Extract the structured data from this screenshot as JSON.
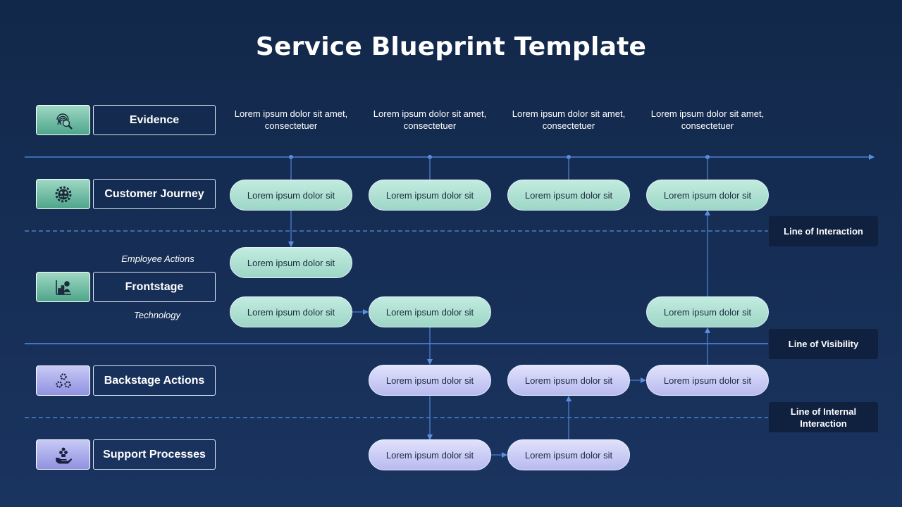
{
  "title": "Service Blueprint Template",
  "rows": {
    "evidence": "Evidence",
    "customer_journey": "Customer Journey",
    "frontstage": "Frontstage",
    "backstage": "Backstage Actions",
    "support": "Support Processes"
  },
  "frontstage_notes": {
    "employee_actions": "Employee Actions",
    "technology": "Technology"
  },
  "evidence_items": [
    "Lorem ipsum dolor sit amet, consectetuer",
    "Lorem ipsum dolor sit amet, consectetuer",
    "Lorem ipsum dolor sit amet, consectetuer",
    "Lorem ipsum dolor sit amet, consectetuer"
  ],
  "customer_journey_items": [
    "Lorem ipsum dolor sit",
    "Lorem ipsum dolor sit",
    "Lorem ipsum dolor sit",
    "Lorem ipsum dolor sit"
  ],
  "frontstage_employee_item": "Lorem ipsum dolor sit",
  "frontstage_technology_items": [
    "Lorem ipsum dolor sit",
    "Lorem ipsum dolor sit",
    "Lorem ipsum dolor sit"
  ],
  "backstage_items": [
    "Lorem ipsum dolor sit",
    "Lorem ipsum dolor sit",
    "Lorem ipsum dolor sit"
  ],
  "support_items": [
    "Lorem ipsum dolor sit",
    "Lorem ipsum dolor sit"
  ],
  "divider_labels": {
    "interaction": "Line of Interaction",
    "visibility": "Line of Visibility",
    "internal": "Line of Internal Interaction"
  },
  "icons": {
    "evidence": "fingerprint-search-icon",
    "customer_journey": "people-gear-icon",
    "frontstage": "presenter-chart-icon",
    "backstage": "gears-icon",
    "support": "hand-support-icon"
  },
  "colors": {
    "background": "#12284a",
    "line": "#4a7fd0",
    "pill_green": "#a8ddce",
    "pill_purple": "#c4c6f3",
    "icon_green": "#6fc0a4",
    "icon_purple": "#a5a8ea"
  }
}
